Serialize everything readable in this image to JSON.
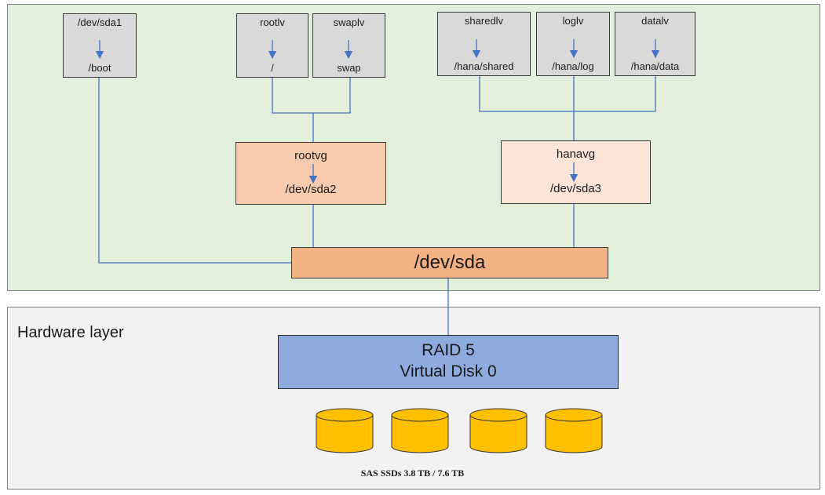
{
  "layers": {
    "hardware_label": "Hardware layer"
  },
  "partitions": {
    "sda1": {
      "name": "/dev/sda1",
      "mount": "/boot"
    }
  },
  "logical_volumes": {
    "rootlv": {
      "name": "rootlv",
      "mount": "/"
    },
    "swaplv": {
      "name": "swaplv",
      "mount": "swap"
    },
    "sharedlv": {
      "name": "sharedlv",
      "mount": "/hana/shared"
    },
    "loglv": {
      "name": "loglv",
      "mount": "/hana/log"
    },
    "datalv": {
      "name": "datalv",
      "mount": "/hana/data"
    }
  },
  "volume_groups": {
    "rootvg": {
      "name": "rootvg",
      "device": "/dev/sda2"
    },
    "hanavg": {
      "name": "hanavg",
      "device": "/dev/sda3"
    }
  },
  "disk": {
    "name": "/dev/sda"
  },
  "raid": {
    "line1": "RAID 5",
    "line2": "Virtual Disk 0"
  },
  "drives": {
    "caption": "SAS SSDs 3.8 TB / 7.6 TB",
    "count": 4
  },
  "colors": {
    "os_layer_bg": "#e2efda",
    "hardware_layer_bg": "#f2f2f2",
    "lv_box": "#d9d9d9",
    "rootvg_box": "#f8cbad",
    "hanavg_box": "#fce4d6",
    "sda_box": "#f4b183",
    "raid_box": "#8faadc",
    "drive_fill": "#ffc000",
    "connector": "#4472c4"
  }
}
